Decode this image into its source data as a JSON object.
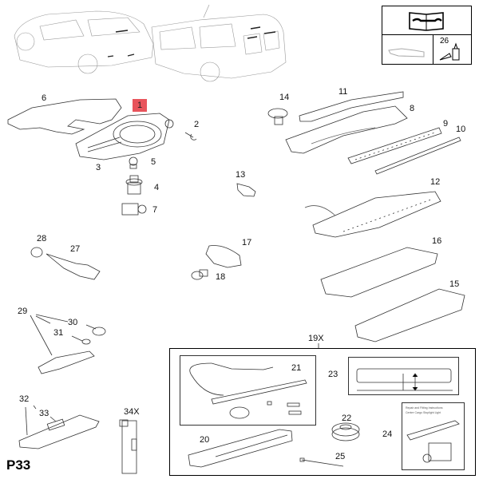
{
  "page_code": "P33",
  "highlighted_part": "1",
  "colors": {
    "highlight": "#e8545c",
    "line": "#333333",
    "background": "#ffffff"
  },
  "info_box": {
    "icon": "repair-manual-wrench-book-icon",
    "part_ref": "26",
    "part_ref_icon": "sealant-tube-icon",
    "aux_icon": "bracket-outline-icon"
  },
  "vehicles": [
    "hatchback-car",
    "estate-van"
  ],
  "callouts": {
    "p1": "1",
    "p2": "2",
    "p3": "3",
    "p4": "4",
    "p5": "5",
    "p6": "6",
    "p7": "7",
    "p8": "8",
    "p9": "9",
    "p10": "10",
    "p11": "11",
    "p12": "12",
    "p13": "13",
    "p14": "14",
    "p15": "15",
    "p16": "16",
    "p17": "17",
    "p18": "18",
    "p19": "19X",
    "p20": "20",
    "p21": "21",
    "p22": "22",
    "p23": "23",
    "p24": "24",
    "p25": "25",
    "p26": "26",
    "p27": "27",
    "p28": "28",
    "p29": "29",
    "p30": "30",
    "p31": "31",
    "p32": "32",
    "p33": "33",
    "p34": "34X"
  },
  "instructions_sheet": {
    "line1": "Repair and Fitting Instructions",
    "line2": "Centre Cargo Stoplight Light"
  }
}
